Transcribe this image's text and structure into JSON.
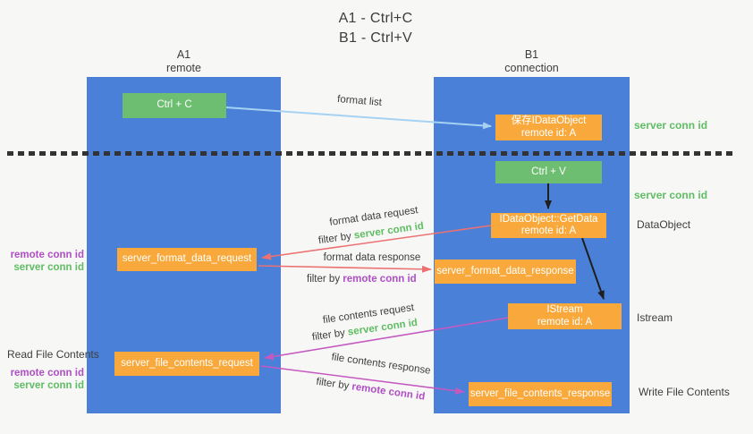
{
  "title": {
    "line1": "A1 - Ctrl+C",
    "line2": "B1 - Ctrl+V"
  },
  "lane_a": {
    "name": "A1",
    "subtitle": "remote"
  },
  "lane_b": {
    "name": "B1",
    "subtitle": "connection"
  },
  "nodes": {
    "ctrl_c": "Ctrl + C",
    "ctrl_v": "Ctrl + V",
    "save_dataobject": {
      "line1": "保存IDataObject",
      "line2": "remote id: A"
    },
    "getdata": {
      "line1": "IDataObject::GetData",
      "line2": "remote id: A"
    },
    "istream": {
      "line1": "IStream",
      "line2": "remote id: A"
    },
    "server_format_data_request": "server_format_data_request",
    "server_format_data_response": "server_format_data_response",
    "server_file_contents_request": "server_file_contents_request",
    "server_file_contents_response": "server_file_contents_response"
  },
  "flow_labels": {
    "format_list": "format list",
    "format_data_request": "format data request",
    "format_data_response": "format data response",
    "file_contents_request": "file contents request",
    "file_contents_response": "file contents response",
    "filter_by": "filter by ",
    "server_conn_id": "server conn id",
    "remote_conn_id": "remote conn id"
  },
  "side_labels": {
    "server_conn_id_top_right": "server conn id",
    "server_conn_id_mid_right": "server conn id",
    "dataobject": "DataObject",
    "istream": "Istream",
    "read_file_contents": "Read File Contents",
    "write_file_contents": "Write File Contents",
    "remote_conn_id_left": "remote conn id",
    "server_conn_id_left": "server conn id"
  },
  "colors": {
    "canvas_bg": "#f7f7f6",
    "lane_blue": "#4a80d8",
    "node_orange": "#f9a93b",
    "key_green": "#6dbe70",
    "text_dark": "#3d3d3d",
    "text_green": "#5fbd63",
    "text_purple": "#b04ec6",
    "arrow_red": "#ec7171",
    "arrow_magenta": "#c45ac0",
    "arrow_blue": "#a5d2f3",
    "arrow_black": "#1f1f1f",
    "dash_dark": "#333333",
    "node_text": "#ffffff"
  }
}
